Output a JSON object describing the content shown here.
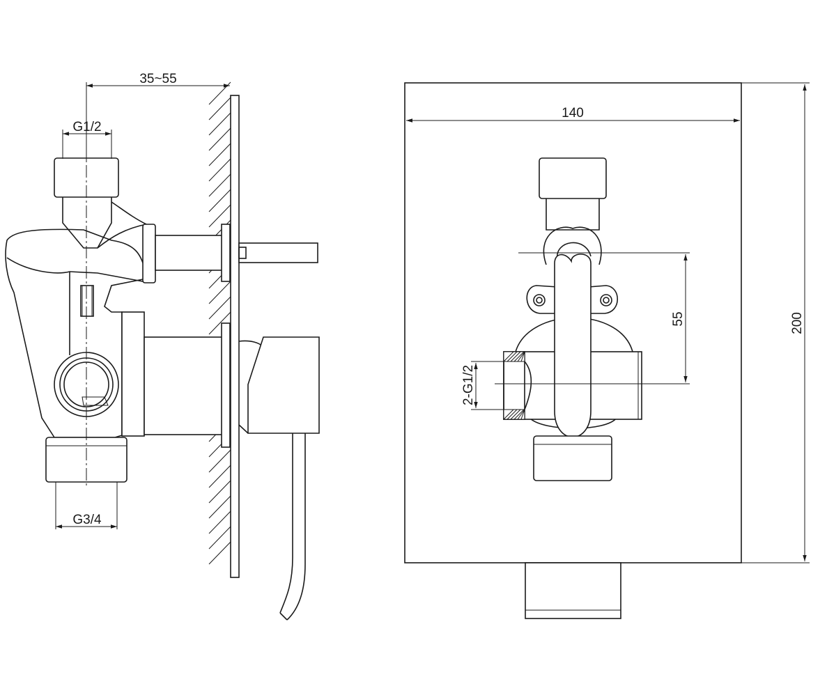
{
  "side_view": {
    "dim_depth": "35~55",
    "dim_inlet_thread": "G1/2",
    "dim_outlet_thread": "G3/4"
  },
  "front_view": {
    "dim_width": "140",
    "dim_height": "200",
    "dim_center_distance": "55",
    "dim_port_thread": "2-G1/2"
  }
}
